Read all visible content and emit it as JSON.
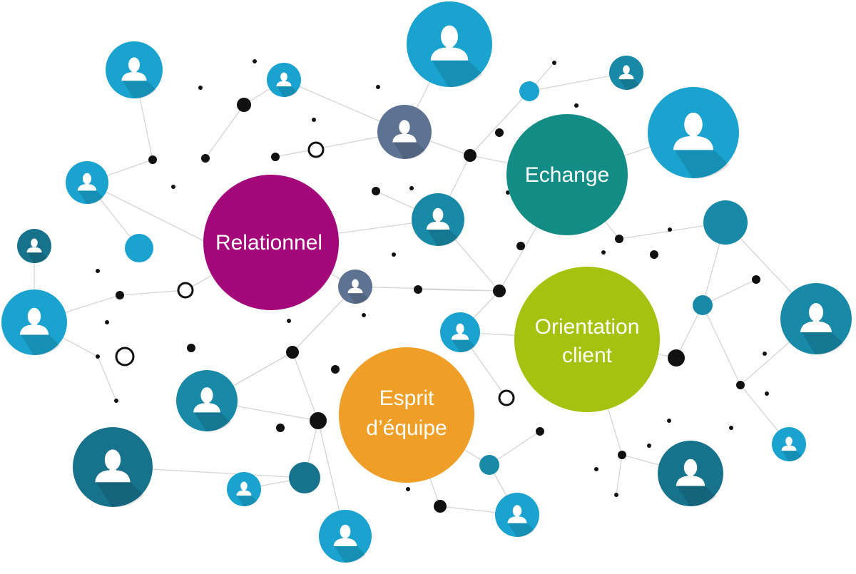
{
  "colors": {
    "relationnel": "#a3077a",
    "echange": "#138c85",
    "orientation_client": "#a5c30e",
    "esprit_equipe": "#ef9f27",
    "teal_light": "#1aa3cf",
    "teal_mid": "#1989a8",
    "teal_dark": "#17728c",
    "slate": "#5e7392",
    "line": "#d4d4d4",
    "dot": "#111111",
    "person": "#ffffff"
  },
  "hubs": {
    "relationnel": {
      "lines": [
        "Relationnel"
      ]
    },
    "echange": {
      "lines": [
        "Echange"
      ]
    },
    "orientation_client": {
      "lines": [
        "Orientation",
        "client"
      ]
    },
    "esprit_equipe": {
      "lines": [
        "Esprit",
        "d’équipe"
      ]
    }
  },
  "icons": {
    "person": "person-silhouette-icon"
  }
}
